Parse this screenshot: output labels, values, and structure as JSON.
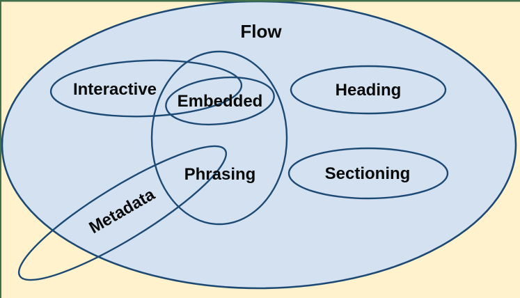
{
  "diagram": {
    "description": "Venn diagram of HTML content model categories",
    "labels": {
      "flow": "Flow",
      "interactive": "Interactive",
      "embedded": "Embedded",
      "heading": "Heading",
      "phrasing": "Phrasing",
      "sectioning": "Sectioning",
      "metadata": "Metadata"
    }
  },
  "colors": {
    "canvas_background": "#FFF2CC",
    "venn_fill": "#D3E1F1",
    "venn_stroke": "#1C4A75",
    "label_text": "#0A0A0A",
    "frame_border": "#41704A"
  }
}
